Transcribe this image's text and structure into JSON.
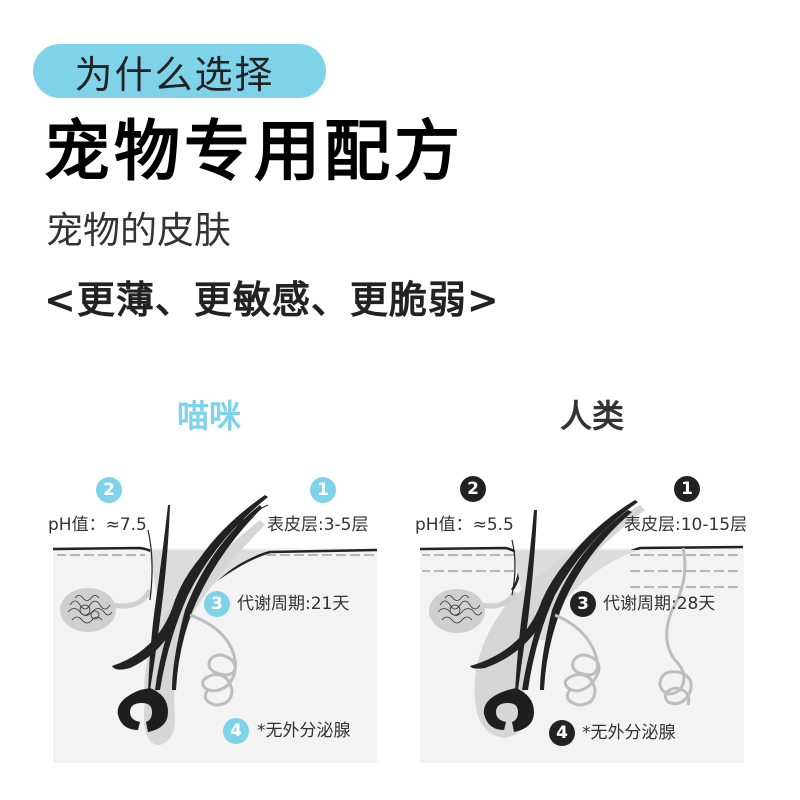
{
  "header": {
    "pill_label": "为什么选择",
    "headline": "宠物专用配方",
    "subtitle": "宠物的皮肤",
    "tagline": "<更薄、更敏感、更脆弱>"
  },
  "colors": {
    "accent": "#7fd3e8",
    "cat_badge": "#7fd3e8",
    "human_badge": "#222222",
    "panel_bg": "#f3f3f3",
    "hair": "#222222",
    "gland": "#bdbdbd"
  },
  "comparison": {
    "cat": {
      "title": "喵咪",
      "items": [
        {
          "num": "1",
          "label": "表皮层:3-5层"
        },
        {
          "num": "2",
          "label": "pH值：≈7.5"
        },
        {
          "num": "3",
          "label": "代谢周期:21天"
        },
        {
          "num": "4",
          "label": "*无外分泌腺"
        }
      ]
    },
    "human": {
      "title": "人类",
      "items": [
        {
          "num": "1",
          "label": "表皮层:10-15层"
        },
        {
          "num": "2",
          "label": "pH值：≈5.5"
        },
        {
          "num": "3",
          "label": "代谢周期:28天"
        },
        {
          "num": "4",
          "label": "*无外分泌腺"
        }
      ]
    }
  }
}
